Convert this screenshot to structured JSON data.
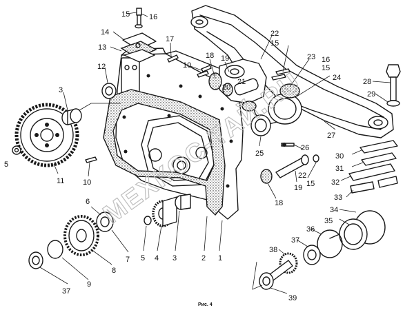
{
  "figure": {
    "caption": "Рис. 4",
    "watermark": "МЕХКОС-ТАЙ.RU",
    "colors": {
      "ink": "#1a1a1a",
      "paper": "#ffffff",
      "watermark": "#bfbfbf"
    }
  },
  "callouts": [
    {
      "id": "c15a",
      "label": "15"
    },
    {
      "id": "c16a",
      "label": "16"
    },
    {
      "id": "c14",
      "label": "14"
    },
    {
      "id": "c13",
      "label": "13"
    },
    {
      "id": "c17",
      "label": "17"
    },
    {
      "id": "c12",
      "label": "12"
    },
    {
      "id": "c10a",
      "label": "10"
    },
    {
      "id": "c18a",
      "label": "18"
    },
    {
      "id": "c19a",
      "label": "19"
    },
    {
      "id": "c21",
      "label": "21"
    },
    {
      "id": "c20",
      "label": "20"
    },
    {
      "id": "c22a",
      "label": "22"
    },
    {
      "id": "c15b",
      "label": "15"
    },
    {
      "id": "c23",
      "label": "23"
    },
    {
      "id": "c16b",
      "label": "16"
    },
    {
      "id": "c15c",
      "label": "15"
    },
    {
      "id": "c24",
      "label": "24"
    },
    {
      "id": "c28",
      "label": "28"
    },
    {
      "id": "c29",
      "label": "29"
    },
    {
      "id": "c3a",
      "label": "3"
    },
    {
      "id": "c5a",
      "label": "5"
    },
    {
      "id": "c11",
      "label": "11"
    },
    {
      "id": "c10b",
      "label": "10"
    },
    {
      "id": "c27",
      "label": "27"
    },
    {
      "id": "c25",
      "label": "25"
    },
    {
      "id": "c26",
      "label": "26"
    },
    {
      "id": "c22b",
      "label": "22"
    },
    {
      "id": "c30",
      "label": "30"
    },
    {
      "id": "c31",
      "label": "31"
    },
    {
      "id": "c32",
      "label": "32"
    },
    {
      "id": "c19b",
      "label": "19"
    },
    {
      "id": "c15d",
      "label": "15"
    },
    {
      "id": "c18b",
      "label": "18"
    },
    {
      "id": "c33",
      "label": "33"
    },
    {
      "id": "c34",
      "label": "34"
    },
    {
      "id": "c35",
      "label": "35"
    },
    {
      "id": "c36",
      "label": "36"
    },
    {
      "id": "c37a",
      "label": "37"
    },
    {
      "id": "c38",
      "label": "38"
    },
    {
      "id": "c5b",
      "label": "5"
    },
    {
      "id": "c4",
      "label": "4"
    },
    {
      "id": "c3b",
      "label": "3"
    },
    {
      "id": "c2",
      "label": "2"
    },
    {
      "id": "c1",
      "label": "1"
    },
    {
      "id": "c7",
      "label": "7"
    },
    {
      "id": "c6",
      "label": "6"
    },
    {
      "id": "c8",
      "label": "8"
    },
    {
      "id": "c9",
      "label": "9"
    },
    {
      "id": "c37b",
      "label": "37"
    },
    {
      "id": "c39",
      "label": "39"
    }
  ]
}
